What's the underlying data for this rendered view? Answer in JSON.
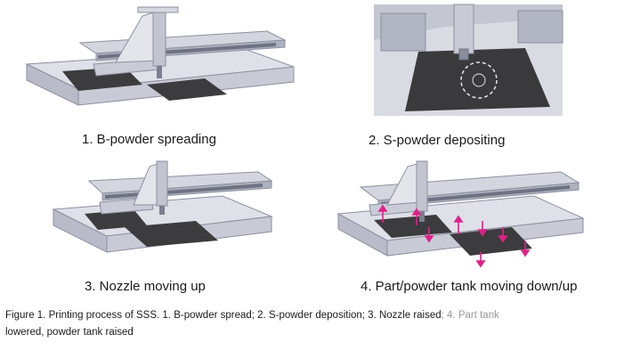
{
  "figure": {
    "panels": [
      {
        "label": "1. B-powder spreading"
      },
      {
        "label": "2. S-powder depositing"
      },
      {
        "label": "3. Nozzle moving up"
      },
      {
        "label": "4. Part/powder tank moving down/up"
      }
    ],
    "caption_main": "Figure 1.  Printing process of SSS. 1. B-powder spread; 2. S-powder deposition; 3. Nozzle raised",
    "caption_faded": "; 4. Part tank",
    "caption_line2": "lowered, powder tank raised",
    "colors": {
      "steel_light": "#dfe1e8",
      "steel_mid": "#b9bcc8",
      "steel_dark": "#8d90a0",
      "powder": "#3c3c3e",
      "arrow": "#e0218a"
    }
  }
}
